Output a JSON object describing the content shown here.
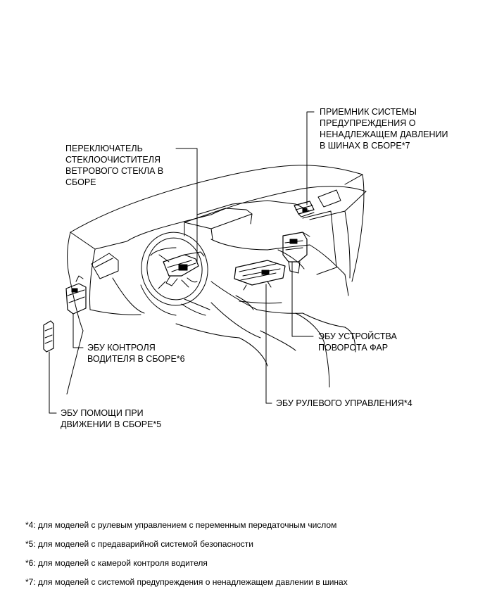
{
  "labels": {
    "tpms_receiver": [
      "ПРИЕМНИК СИСТЕМЫ",
      "ПРЕДУПРЕЖДЕНИЯ О",
      "НЕНАДЛЕЖАЩЕМ ДАВЛЕНИИ",
      "В ШИНАХ В СБОРЕ*7"
    ],
    "wiper_switch": [
      "ПЕРЕКЛЮЧАТЕЛЬ",
      "СТЕКЛООЧИСТИТЕЛЯ",
      "ВЕТРОВОГО СТЕКЛА В",
      "СБОРЕ"
    ],
    "headlight_swivel_ecu": [
      "ЭБУ УСТРОЙСТВА",
      "ПОВОРОТА ФАР"
    ],
    "driver_monitor_ecu": [
      "ЭБУ КОНТРОЛЯ",
      "ВОДИТЕЛЯ В СБОРЕ*6"
    ],
    "steering_ecu": [
      "ЭБУ РУЛЕВОГО УПРАВЛЕНИЯ*4"
    ],
    "driving_support_ecu": [
      "ЭБУ ПОМОЩИ ПРИ",
      "ДВИЖЕНИИ В СБОРЕ*5"
    ]
  },
  "footnotes": [
    "*4: для моделей с рулевым управлением с переменным передаточным числом",
    "*5: для моделей с предаварийной системой безопасности",
    "*6: для моделей с камерой контроля водителя",
    "*7: для моделей с системой предупреждения о ненадлежащем давлении в шинах"
  ]
}
